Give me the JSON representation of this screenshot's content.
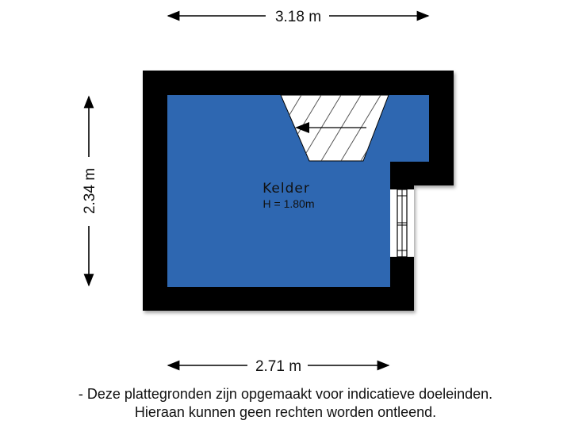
{
  "dimensions": {
    "top_width": "3.18 m",
    "left_height": "2.34 m",
    "bottom_width": "2.71 m"
  },
  "room": {
    "name": "Kelder",
    "height": "H = 1.80m"
  },
  "disclaimer": {
    "line1": "- Deze plattegronden zijn opgemaakt voor indicatieve doeleinden.",
    "line2": "Hieraan kunnen geen rechten worden ontleend."
  },
  "colors": {
    "floor": "#2e67b1",
    "wall": "#000000",
    "stair": "#ffffff"
  }
}
